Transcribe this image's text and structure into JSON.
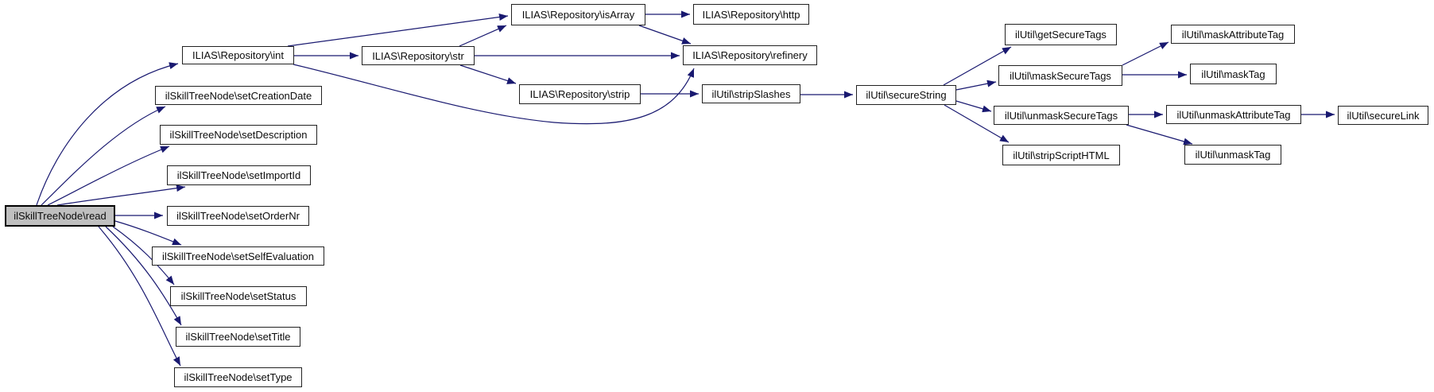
{
  "diagram": {
    "type": "call-graph",
    "colors": {
      "background": "#ffffff",
      "edge": "#191970",
      "node_fill": "#ffffff",
      "node_border": "#222222",
      "root_node_fill": "#bfbfbf",
      "root_node_border": "#000000",
      "text": "#0c0c0c"
    }
  },
  "nodes": [
    {
      "id": "read",
      "label": "ilSkillTreeNode\\read"
    },
    {
      "id": "int",
      "label": "ILIAS\\Repository\\int"
    },
    {
      "id": "setCreationDate",
      "label": "ilSkillTreeNode\\setCreationDate"
    },
    {
      "id": "setDescription",
      "label": "ilSkillTreeNode\\setDescription"
    },
    {
      "id": "setImportId",
      "label": "ilSkillTreeNode\\setImportId"
    },
    {
      "id": "setOrderNr",
      "label": "ilSkillTreeNode\\setOrderNr"
    },
    {
      "id": "setSelfEvaluation",
      "label": "ilSkillTreeNode\\setSelfEvaluation"
    },
    {
      "id": "setStatus",
      "label": "ilSkillTreeNode\\setStatus"
    },
    {
      "id": "setTitle",
      "label": "ilSkillTreeNode\\setTitle"
    },
    {
      "id": "setType",
      "label": "ilSkillTreeNode\\setType"
    },
    {
      "id": "str",
      "label": "ILIAS\\Repository\\str"
    },
    {
      "id": "isArray",
      "label": "ILIAS\\Repository\\isArray"
    },
    {
      "id": "strip",
      "label": "ILIAS\\Repository\\strip"
    },
    {
      "id": "http",
      "label": "ILIAS\\Repository\\http"
    },
    {
      "id": "refinery",
      "label": "ILIAS\\Repository\\refinery"
    },
    {
      "id": "stripSlashes",
      "label": "ilUtil\\stripSlashes"
    },
    {
      "id": "secureString",
      "label": "ilUtil\\secureString"
    },
    {
      "id": "getSecureTags",
      "label": "ilUtil\\getSecureTags"
    },
    {
      "id": "maskSecureTags",
      "label": "ilUtil\\maskSecureTags"
    },
    {
      "id": "unmaskSecureTags",
      "label": "ilUtil\\unmaskSecureTags"
    },
    {
      "id": "stripScriptHTML",
      "label": "ilUtil\\stripScriptHTML"
    },
    {
      "id": "maskAttributeTag",
      "label": "ilUtil\\maskAttributeTag"
    },
    {
      "id": "maskTag",
      "label": "ilUtil\\maskTag"
    },
    {
      "id": "unmaskAttributeTag",
      "label": "ilUtil\\unmaskAttributeTag"
    },
    {
      "id": "unmaskTag",
      "label": "ilUtil\\unmaskTag"
    },
    {
      "id": "secureLink",
      "label": "ilUtil\\secureLink"
    }
  ],
  "edges": [
    {
      "from": "read",
      "to": "int"
    },
    {
      "from": "read",
      "to": "setCreationDate"
    },
    {
      "from": "read",
      "to": "setDescription"
    },
    {
      "from": "read",
      "to": "setImportId"
    },
    {
      "from": "read",
      "to": "setOrderNr"
    },
    {
      "from": "read",
      "to": "setSelfEvaluation"
    },
    {
      "from": "read",
      "to": "setStatus"
    },
    {
      "from": "read",
      "to": "setTitle"
    },
    {
      "from": "read",
      "to": "setType"
    },
    {
      "from": "int",
      "to": "isArray"
    },
    {
      "from": "int",
      "to": "str"
    },
    {
      "from": "int",
      "to": "refinery"
    },
    {
      "from": "str",
      "to": "isArray"
    },
    {
      "from": "str",
      "to": "refinery"
    },
    {
      "from": "str",
      "to": "strip"
    },
    {
      "from": "isArray",
      "to": "http"
    },
    {
      "from": "isArray",
      "to": "refinery"
    },
    {
      "from": "strip",
      "to": "stripSlashes"
    },
    {
      "from": "stripSlashes",
      "to": "secureString"
    },
    {
      "from": "secureString",
      "to": "getSecureTags"
    },
    {
      "from": "secureString",
      "to": "maskSecureTags"
    },
    {
      "from": "secureString",
      "to": "unmaskSecureTags"
    },
    {
      "from": "secureString",
      "to": "stripScriptHTML"
    },
    {
      "from": "maskSecureTags",
      "to": "maskAttributeTag"
    },
    {
      "from": "maskSecureTags",
      "to": "maskTag"
    },
    {
      "from": "unmaskSecureTags",
      "to": "unmaskAttributeTag"
    },
    {
      "from": "unmaskSecureTags",
      "to": "unmaskTag"
    },
    {
      "from": "unmaskAttributeTag",
      "to": "secureLink"
    }
  ]
}
